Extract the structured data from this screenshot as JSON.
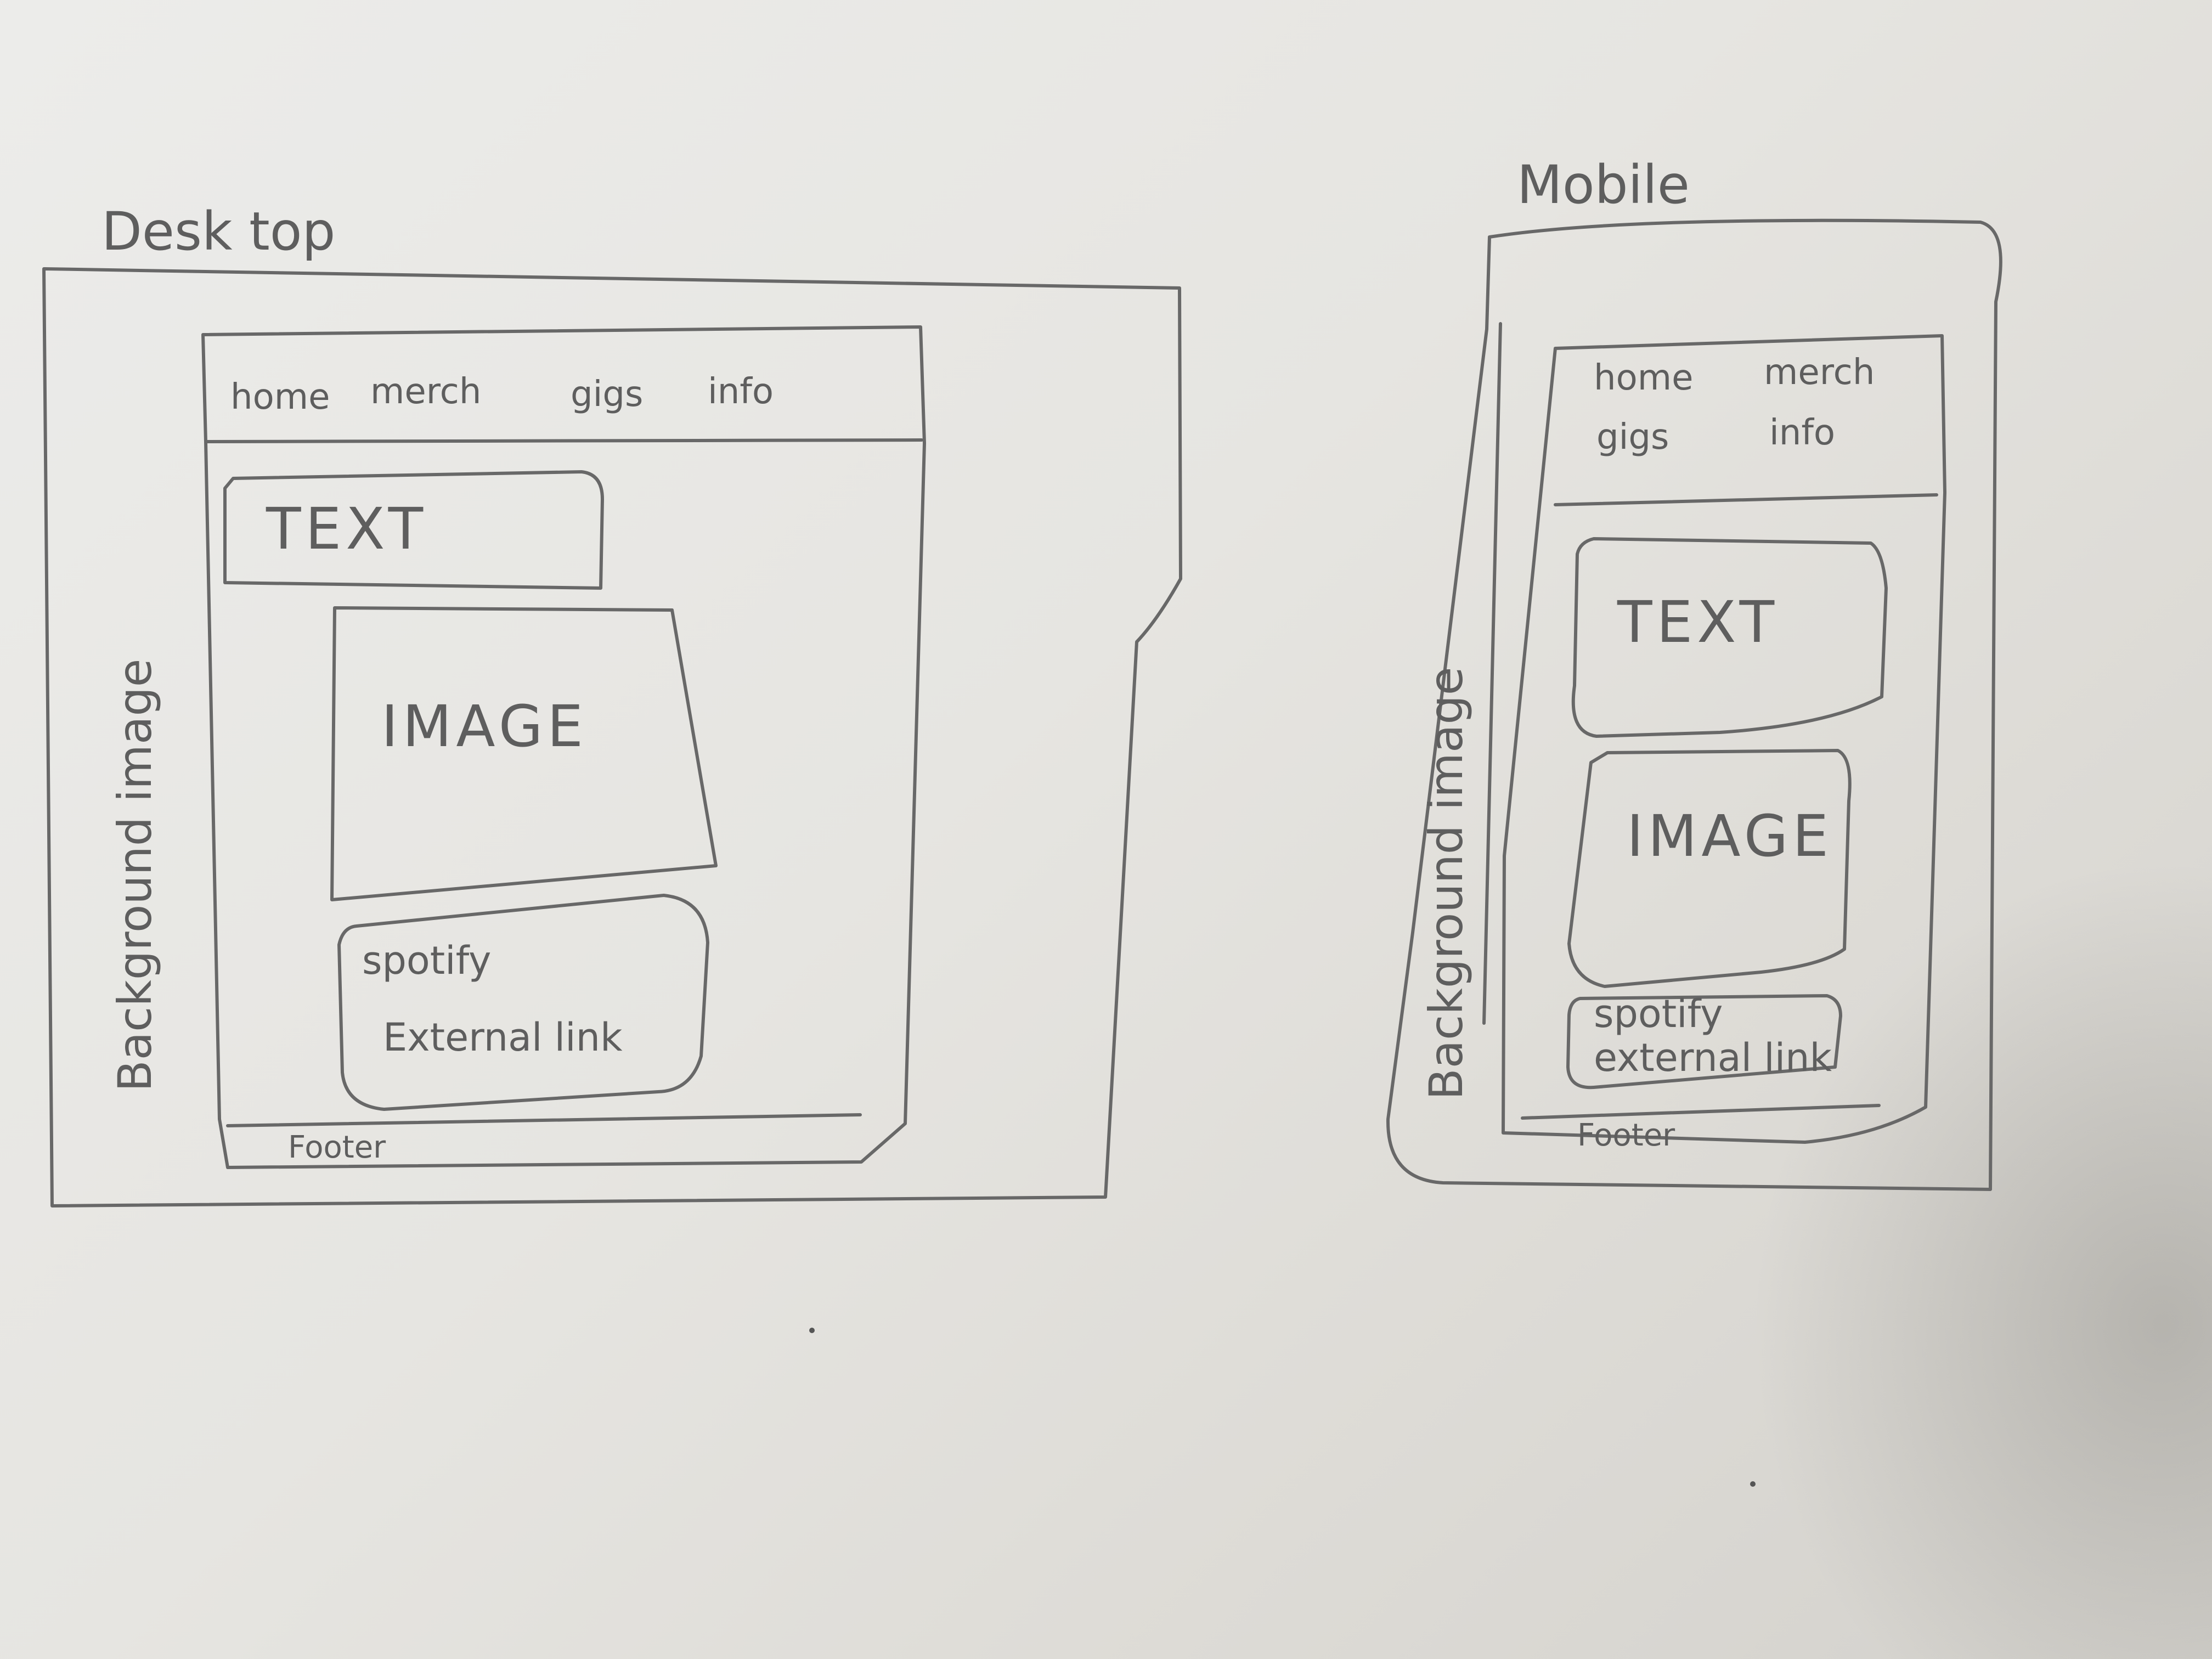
{
  "desktop": {
    "title": "Desk top",
    "background_label": "Background image",
    "nav": [
      "home",
      "merch",
      "gigs",
      "info"
    ],
    "text_box": "TEXT",
    "image_box": "IMAGE",
    "spotify_title": "spotify",
    "spotify_link": "External link",
    "footer": "Footer"
  },
  "mobile": {
    "title": "Mobile",
    "background_label": "Background image",
    "nav": [
      "home",
      "merch",
      "gigs",
      "info"
    ],
    "text_box": "TEXT",
    "image_box": "IMAGE",
    "spotify_title": "spotify",
    "spotify_link": "external link",
    "footer": "Footer"
  }
}
